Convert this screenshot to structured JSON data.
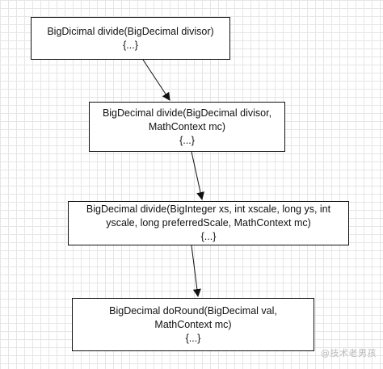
{
  "nodes": [
    {
      "lines": [
        "BigDicimal divide(BigDecimal divisor)",
        "{...}"
      ]
    },
    {
      "lines": [
        "BigDecimal divide(BigDecimal divisor,",
        "MathContext mc)",
        "{...}"
      ]
    },
    {
      "lines": [
        "BigDecimal divide(BigInteger xs, int xscale, long ys, int",
        "yscale, long preferredScale, MathContext mc)",
        "{...}"
      ]
    },
    {
      "lines": [
        "BigDecimal doRound(BigDecimal val,",
        "MathContext mc)",
        "{...}"
      ]
    }
  ],
  "watermark": "@技术老男孩",
  "colors": {
    "background": "#ffffff",
    "grid": "#e6e6e6",
    "stroke": "#111111"
  }
}
